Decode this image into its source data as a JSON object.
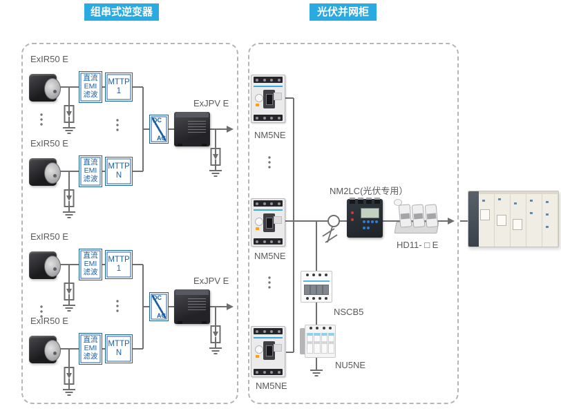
{
  "headers": {
    "inverter_group": "组串式逆变器",
    "grid_cabinet": "光伏并网柜"
  },
  "colors": {
    "accent": "#29abe2",
    "box_border": "#1c5fa9",
    "wire": "#6e6e6e",
    "label_text": "#58595b"
  },
  "inverter_section": {
    "groups": [
      {
        "strings": [
          {
            "panel_label": "ExIR50 E",
            "filter_lines": [
              "直流",
              "EMI",
              "滤波"
            ],
            "mppt_lines": [
              "MTTP",
              "1"
            ]
          },
          {
            "panel_label": "ExIR50 E",
            "filter_lines": [
              "直流",
              "EMI",
              "滤波"
            ],
            "mppt_lines": [
              "MTTP",
              "N"
            ]
          }
        ],
        "converter": {
          "top": "DC",
          "bottom": "AC"
        },
        "inverter_label": "ExJPV E"
      },
      {
        "strings": [
          {
            "panel_label": "ExIR50 E",
            "filter_lines": [
              "直流",
              "EMI",
              "滤波"
            ],
            "mppt_lines": [
              "MTTP",
              "1"
            ]
          },
          {
            "panel_label": "ExIR50 E",
            "filter_lines": [
              "直流",
              "EMI",
              "滤波"
            ],
            "mppt_lines": [
              "MTTP",
              "N"
            ]
          }
        ],
        "converter": {
          "top": "DC",
          "bottom": "AC"
        },
        "inverter_label": "ExJPV E"
      }
    ]
  },
  "grid_section": {
    "breaker_labels": [
      "NM5NE",
      "NM5NE",
      "NM5NE"
    ],
    "meter_label": "NM2LC(光伏专用）",
    "disconnector_label": "HD11- □ E",
    "mcb_label": "NSCB5",
    "spd_label": "NU5NE"
  }
}
